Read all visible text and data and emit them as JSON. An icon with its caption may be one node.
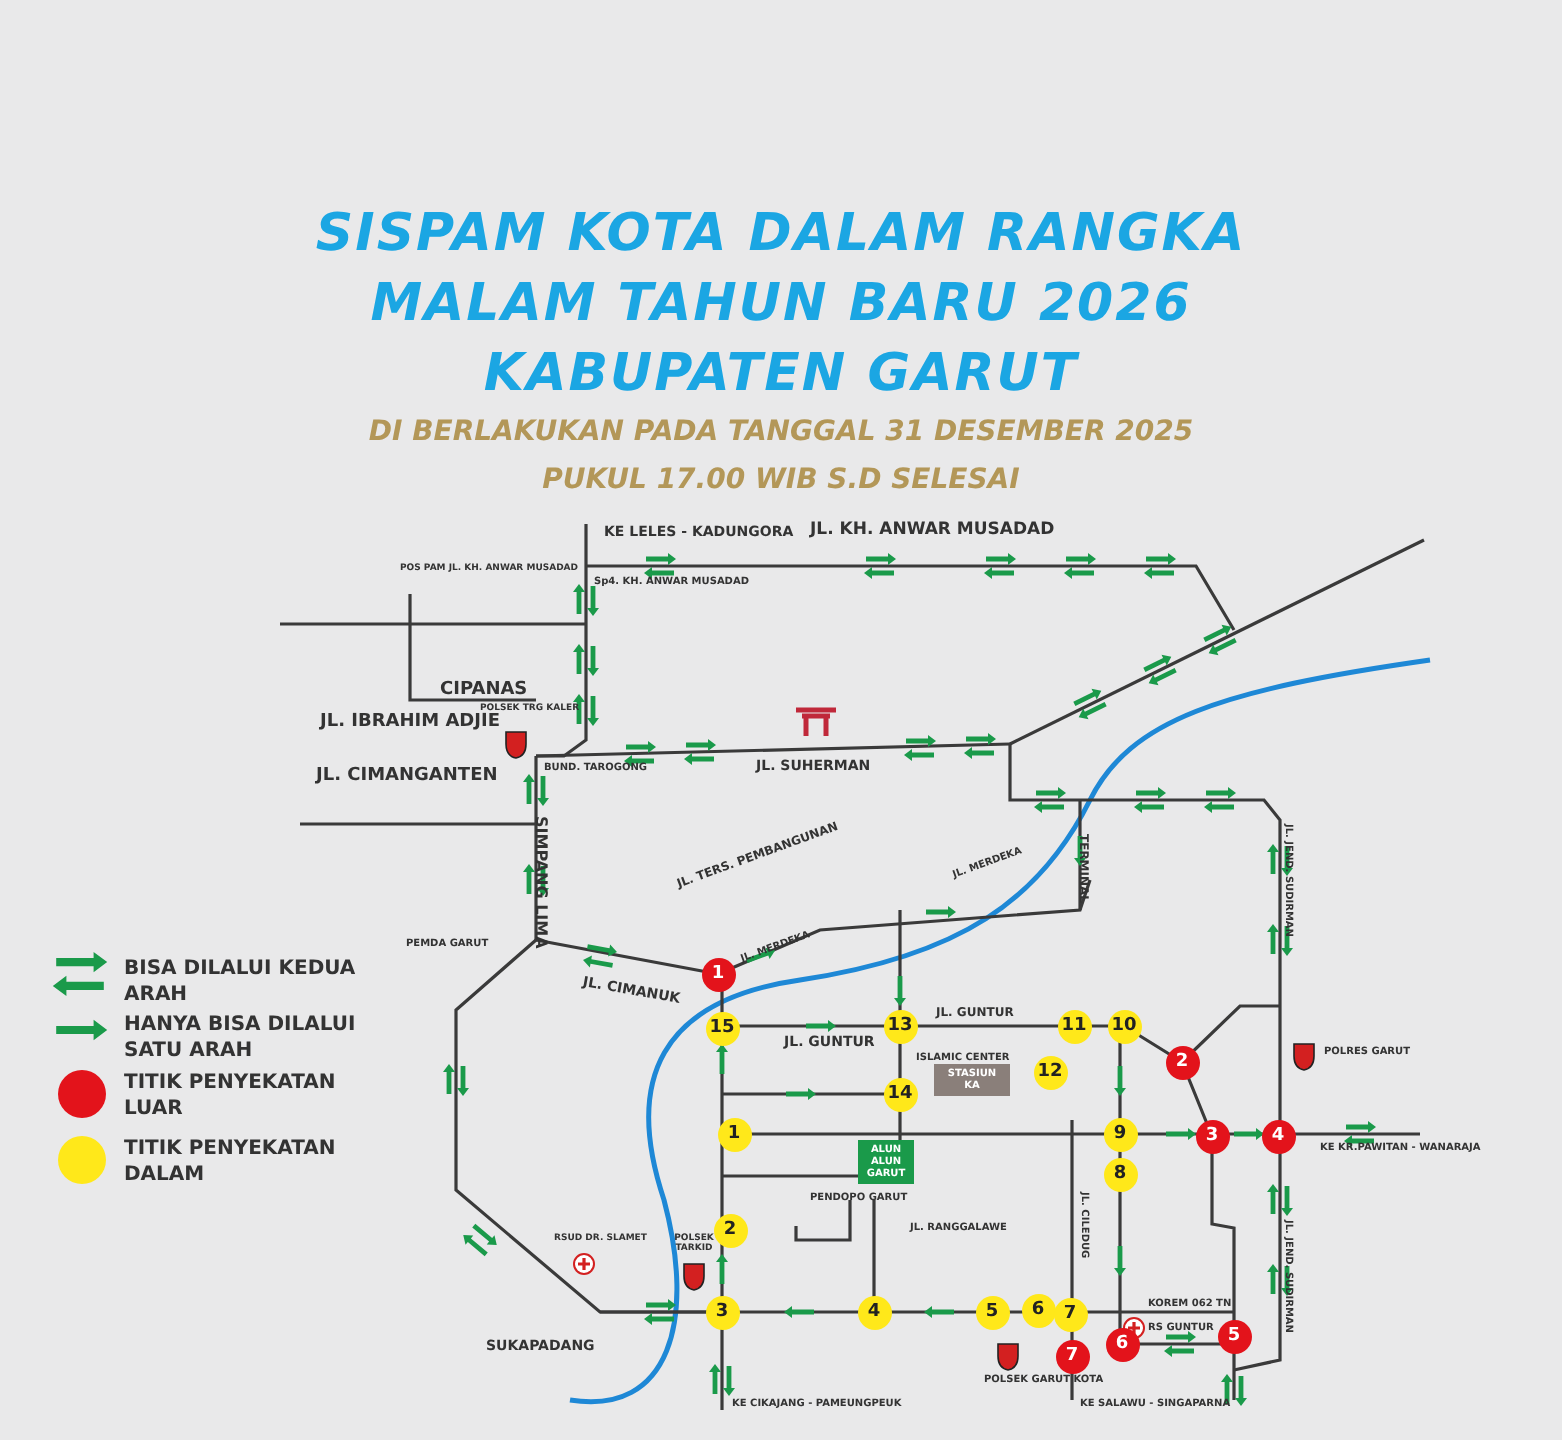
{
  "diagram": {
    "title": "SISPAM KOTA DALAM RANGKA MALAM TAHUN BARU 2026 KABUPATEN GARUT",
    "nodes": [
      {
        "text": [
          "1"
        ]
      },
      {
        "text": [
          "2"
        ]
      },
      {
        "text": [
          "3"
        ]
      },
      {
        "text": [
          "4"
        ]
      },
      {
        "text": [
          "5"
        ]
      },
      {
        "text": [
          "6"
        ]
      },
      {
        "text": [
          "7"
        ]
      },
      {
        "text": [
          "1"
        ]
      },
      {
        "text": [
          "2"
        ]
      },
      {
        "text": [
          "3"
        ]
      },
      {
        "text": [
          "4"
        ]
      },
      {
        "text": [
          "5"
        ]
      },
      {
        "text": [
          "6"
        ]
      },
      {
        "text": [
          "7"
        ]
      },
      {
        "text": [
          "8"
        ]
      },
      {
        "text": [
          "9"
        ]
      },
      {
        "text": [
          "10"
        ]
      },
      {
        "text": [
          "11"
        ]
      },
      {
        "text": [
          "12"
        ]
      },
      {
        "text": [
          "13"
        ]
      },
      {
        "text": [
          "14"
        ]
      },
      {
        "text": [
          "15"
        ]
      },
      {
        "text": [
          "ALUN ALUN GARUT"
        ]
      },
      {
        "text": [
          "STASIUN KA"
        ]
      }
    ],
    "edges": [],
    "labels": [
      "DI BERLAKUKAN PADA TANGGAL 31 DESEMBER 2025",
      "PUKUL 17.00 WIB S.D SELESAI",
      "KE LELES - KADUNGORA",
      "JL. KH. ANWAR MUSADAD",
      "POS PAM JL. KH. ANWAR MUSADAD",
      "Sp4. KH. ANWAR MUSADAD",
      "CIPANAS",
      "POLSEK TRG KALER",
      "JL. IBRAHIM ADJIE",
      "JL. CIMANGANTEN",
      "BUND. TAROGONG",
      "JL. SUHERMAN",
      "SIMPANG LIMA",
      "JL. TERS. PEMBANGUNAN",
      "JL. MERDEKA",
      "TERMINAL",
      "JL. JEND. SUDIRMAN",
      "PEMDA GARUT",
      "JL. CIMANUK",
      "JL. MERDEKA",
      "JL. GUNTUR",
      "JL. GUNTUR",
      "ISLAMIC CENTER",
      "POLRES GARUT",
      "KOREM 062 TN",
      "RS GUNTUR",
      "KE KR.PAWITAN - WANARAJA",
      "JL. JEND. SUDIRMAN",
      "JL. RANGGALAWE",
      "JL. CILEDUG",
      "PENDOPO GARUT",
      "RSUD DR. SLAMET",
      "POLSEK TARKID",
      "SUKAPADANG",
      "KE CIKAJANG - PAMEUNGPEUK",
      "POLSEK GARUT KOTA",
      "KE SALAWU - SINGAPARNA"
    ],
    "legend": [
      {
        "text": "BISA DILALUI KEDUA ARAH"
      },
      {
        "text": "HANYA BISA DILALUI SATU ARAH"
      },
      {
        "text": "TITIK PENYEKATAN LUAR",
        "color": "#e3131b"
      },
      {
        "text": "TITIK PENYEKATAN DALAM",
        "color": "#ffe81a"
      }
    ]
  }
}
